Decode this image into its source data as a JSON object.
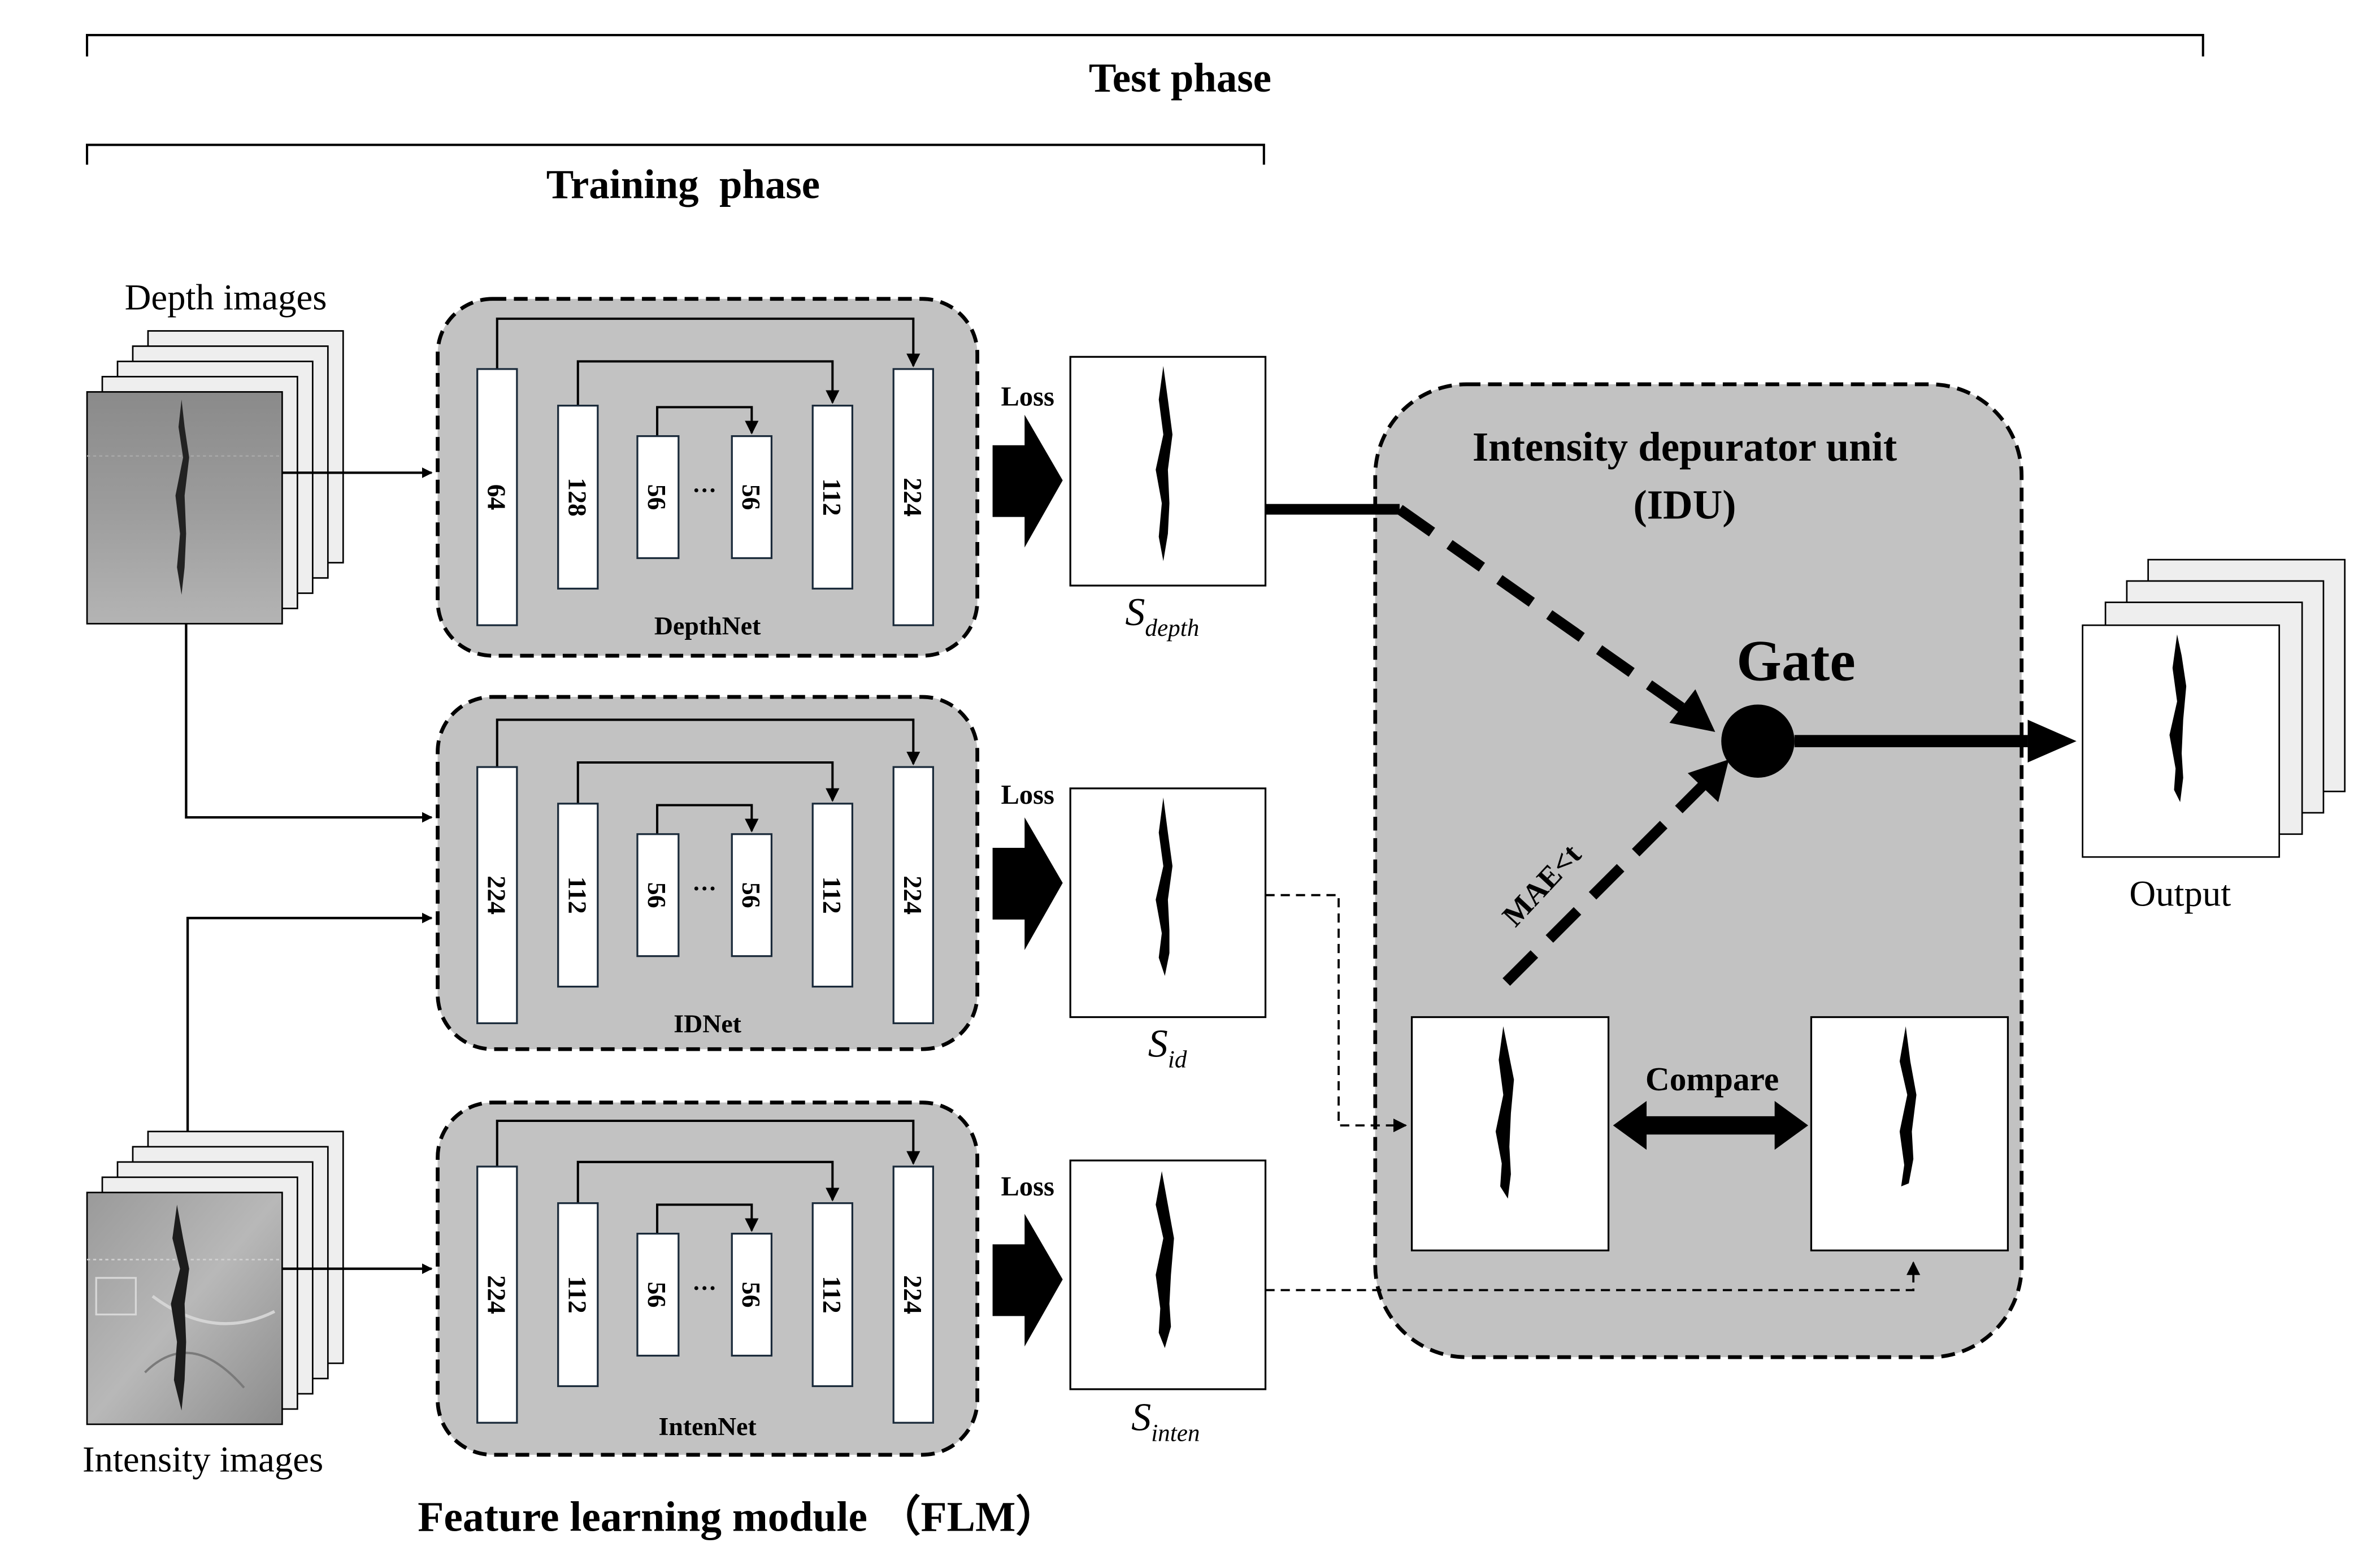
{
  "phases": {
    "test": "Test phase",
    "training": "Training  phase"
  },
  "inputs": {
    "depth": "Depth images",
    "intensity": "Intensity images"
  },
  "networks": [
    {
      "name": "DepthNet",
      "channels": [
        "64",
        "128",
        "56",
        "56",
        "112",
        "224"
      ],
      "ellipsis": "···"
    },
    {
      "name": "IDNet",
      "channels": [
        "224",
        "112",
        "56",
        "56",
        "112",
        "224"
      ],
      "ellipsis": "···"
    },
    {
      "name": "IntenNet",
      "channels": [
        "224",
        "112",
        "56",
        "56",
        "112",
        "224"
      ],
      "ellipsis": "···"
    }
  ],
  "loss_label": "Loss",
  "outputs": {
    "depth": {
      "main": "S",
      "sub": "depth"
    },
    "id": {
      "main": "S",
      "sub": "id"
    },
    "inten": {
      "main": "S",
      "sub": "inten"
    }
  },
  "idu": {
    "title": "Intensity depurator unit",
    "abbr": "(IDU)",
    "gate": "Gate",
    "condition": "MAE<t",
    "compare": "Compare"
  },
  "final_output": "Output",
  "flm": "Feature learning module （FLM）",
  "colors": {
    "module_fill": "#c2c2c2",
    "stroke": "#000000",
    "image_stack_fill": "#e8e8e8"
  }
}
